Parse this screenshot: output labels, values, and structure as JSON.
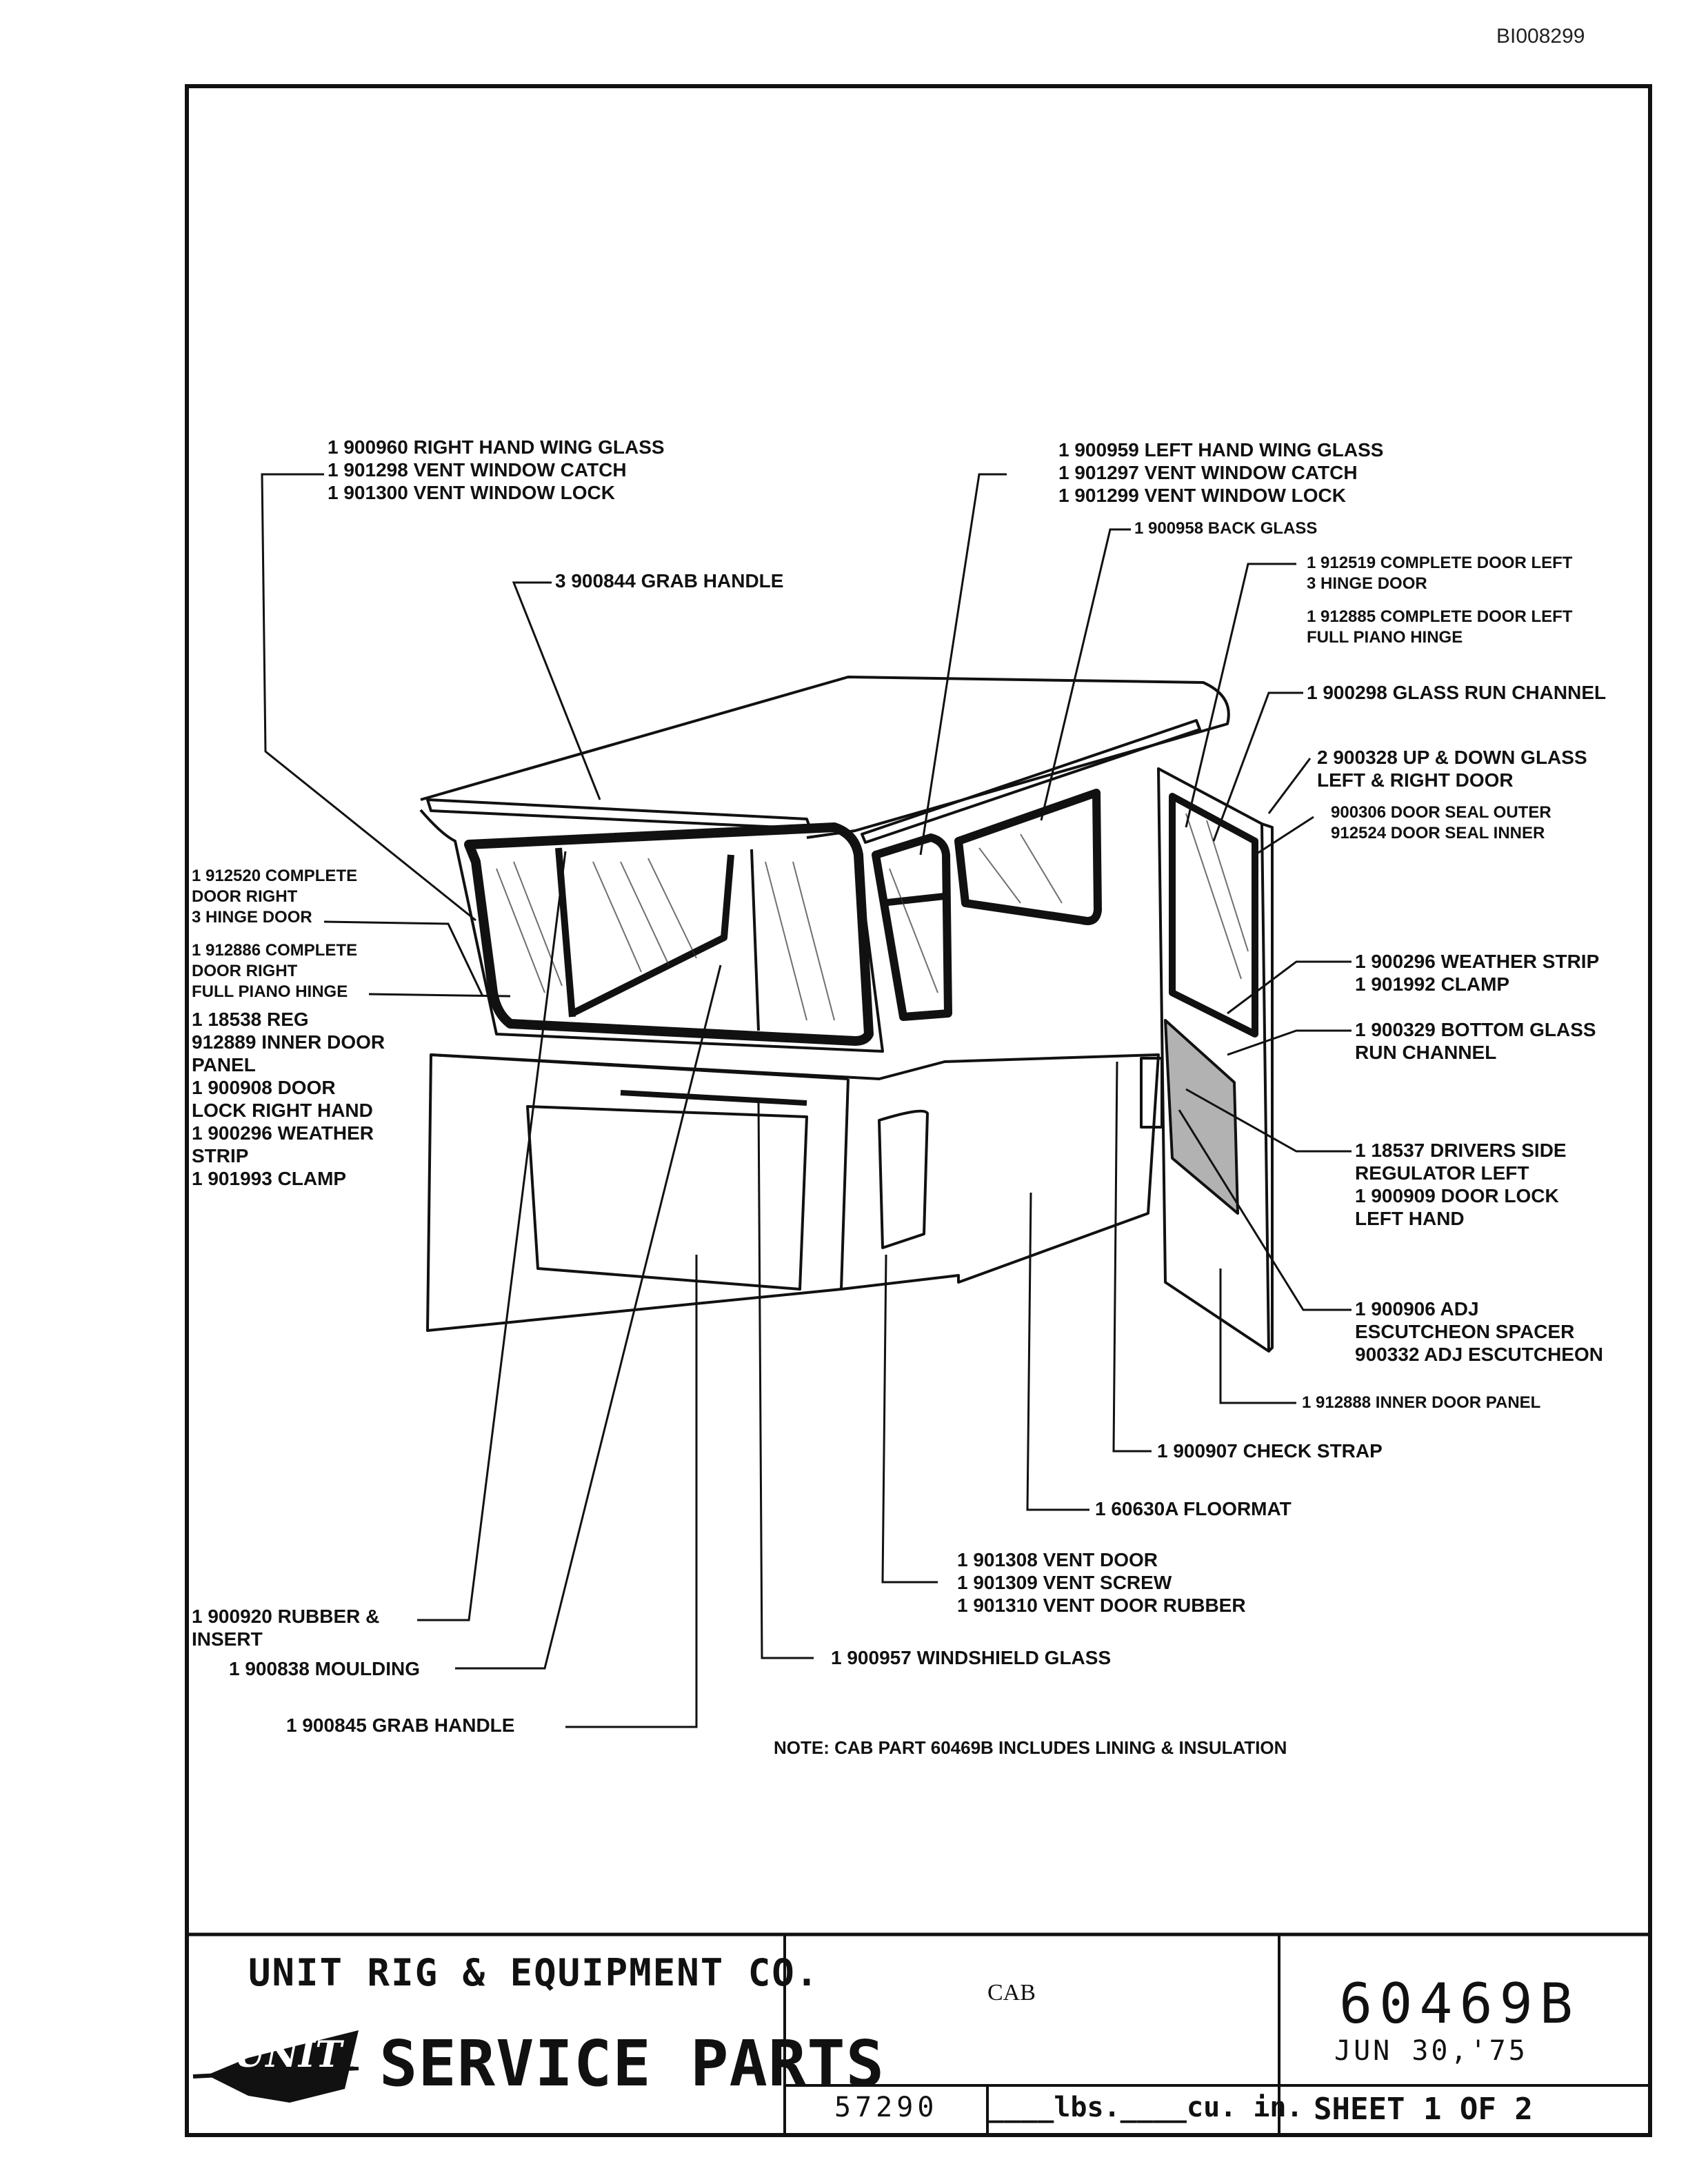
{
  "doc_id": "BI008299",
  "labels": {
    "right_wing": "1 900960 RIGHT HAND WING GLASS\n1 901298 VENT WINDOW CATCH\n1 901300 VENT WINDOW LOCK",
    "left_wing": "1 900959 LEFT HAND WING GLASS\n1 901297 VENT WINDOW CATCH\n1 901299 VENT WINDOW LOCK",
    "back_glass": "1 900958 BACK GLASS",
    "grab_top": "3 900844 GRAB HANDLE",
    "door_left_3h": "1 912519 COMPLETE DOOR LEFT\n3 HINGE DOOR",
    "door_left_piano": "1 912885 COMPLETE DOOR LEFT\nFULL PIANO HINGE",
    "glass_run": "1 900298 GLASS RUN CHANNEL",
    "up_down": "2 900328 UP & DOWN GLASS\nLEFT & RIGHT DOOR",
    "door_seal": "900306 DOOR SEAL OUTER\n912524 DOOR SEAL INNER",
    "weather_left": "1 900296 WEATHER STRIP\n1 901992 CLAMP",
    "bottom_run": "1 900329 BOTTOM GLASS\nRUN CHANNEL",
    "regulator": "1 18537 DRIVERS SIDE\nREGULATOR LEFT\n1 900909 DOOR LOCK\nLEFT HAND",
    "escutcheon": "1 900906 ADJ\nESCUTCHEON SPACER\n900332 ADJ ESCUTCHEON",
    "inner_panel": "1 912888 INNER DOOR PANEL",
    "check_strap": "1 900907 CHECK STRAP",
    "floormat": "1 60630A FLOORMAT",
    "vent_door": "1 901308 VENT DOOR\n1 901309 VENT SCREW\n1 901310 VENT DOOR RUBBER",
    "windshield": "1 900957 WINDSHIELD GLASS",
    "rubber": "1 900920 RUBBER &\nINSERT",
    "moulding": "1 900838 MOULDING",
    "grab_bottom": "1 900845 GRAB HANDLE",
    "right_door_list_1": "1 912520 COMPLETE\nDOOR RIGHT\n3 HINGE DOOR",
    "right_door_list_2": "1 912886 COMPLETE\nDOOR RIGHT\nFULL PIANO HINGE",
    "right_door_list_3": "1 18538 REG\n912889 INNER DOOR\nPANEL\n1 900908 DOOR\nLOCK RIGHT HAND\n1 900296 WEATHER\nSTRIP\n1 901993 CLAMP"
  },
  "note": "NOTE: CAB PART 60469B INCLUDES LINING & INSULATION",
  "title_block": {
    "company": "UNIT RIG & EQUIPMENT CO.",
    "logo": "UNIT RIG",
    "service": "SERVICE PARTS",
    "title": "CAB",
    "part_number": "60469B",
    "date": "JUN 30,'75",
    "weight_value": "57290",
    "units": "____lbs.____cu. in.",
    "sheet": "SHEET 1  OF  2"
  }
}
